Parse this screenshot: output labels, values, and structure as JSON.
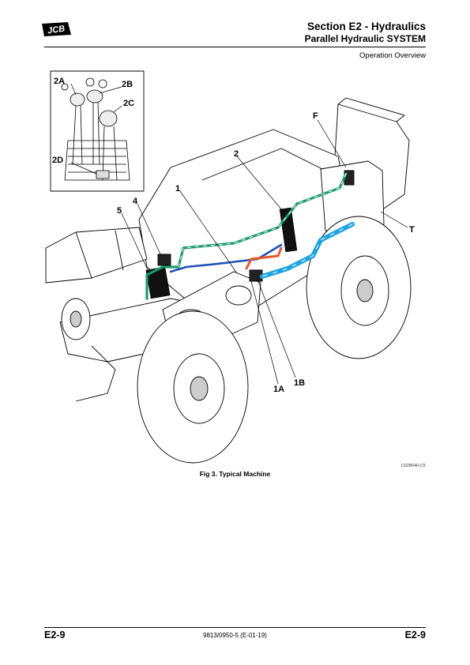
{
  "header": {
    "logo_text": "JCB",
    "section_title": "Section E2 - Hydraulics",
    "subsection_title": "Parallel Hydraulic SYSTEM",
    "topic": "Operation Overview"
  },
  "figure": {
    "reference_code": "C028640-C5",
    "caption": "Fig 3. Typical Machine",
    "callouts": {
      "c2A": "2A",
      "c2B": "2B",
      "c2C": "2C",
      "c2D": "2D",
      "cF": "F",
      "c2": "2",
      "c1": "1",
      "c4": "4",
      "c5": "5",
      "cT": "T",
      "c1B": "1B",
      "c1A": "1A"
    },
    "line_colors": {
      "green": "#1a9a6c",
      "blue_dark": "#1f4fb5",
      "blue_light": "#1fa3e0",
      "orange": "#e8562a"
    }
  },
  "footer": {
    "page_left": "E2-9",
    "document_number": "9813/0950-5 (E-01-19)",
    "page_right": "E2-9"
  }
}
